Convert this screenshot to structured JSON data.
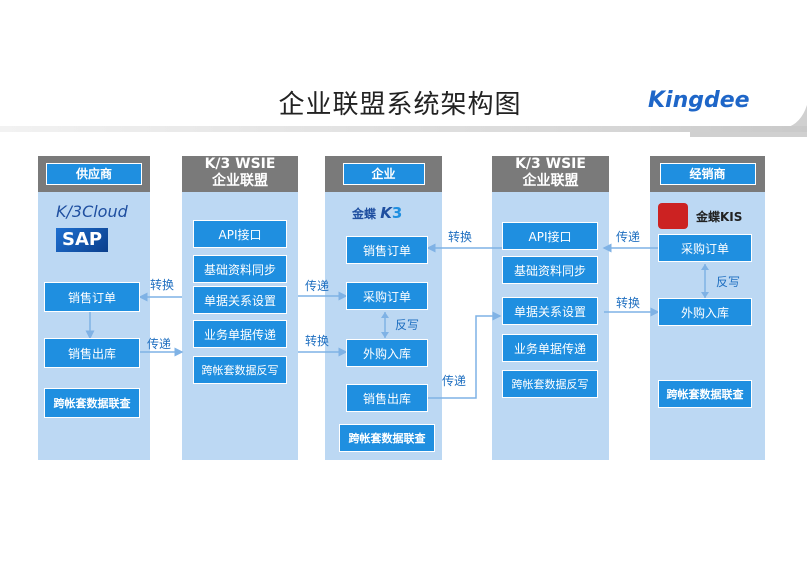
{
  "title": "企业联盟系统架构图",
  "brand": "Kingdee",
  "columns": {
    "supplier": {
      "header": "供应商",
      "logos": [
        "K/3Cloud",
        "SAP"
      ],
      "boxes": [
        "销售订单",
        "销售出库",
        "跨帐套数据联查"
      ]
    },
    "wsie_left": {
      "header_line1": "K/3 WSIE",
      "header_line2": "企业联盟",
      "boxes": [
        "API接口",
        "基础资料同步",
        "单据关系设置",
        "业务单据传递",
        "跨帐套数据反写"
      ]
    },
    "enterprise": {
      "header": "企业",
      "logo": "金蝶",
      "boxes": [
        "销售订单",
        "采购订单",
        "外购入库",
        "销售出库",
        "跨帐套数据联查"
      ]
    },
    "wsie_right": {
      "header_line1": "K/3 WSIE",
      "header_line2": "企业联盟",
      "boxes": [
        "API接口",
        "基础资料同步",
        "单据关系设置",
        "业务单据传递",
        "跨帐套数据反写"
      ]
    },
    "dealer": {
      "header": "经销商",
      "logo": "金蝶KIS",
      "boxes": [
        "采购订单",
        "外购入库",
        "跨帐套数据联查"
      ]
    }
  },
  "edge_labels": {
    "convert1": "转换",
    "pass1": "传递",
    "pass2": "传递",
    "convert2": "转换",
    "writeback1": "反写",
    "convert3": "转换",
    "pass3": "传递",
    "pass4": "传递",
    "writeback2": "反写",
    "convert4": "转换"
  },
  "colors": {
    "column_bg": "#bcd8f3",
    "box": "#1f8fe0",
    "header": "#7a7a7a",
    "line": "#7fb2e5"
  }
}
